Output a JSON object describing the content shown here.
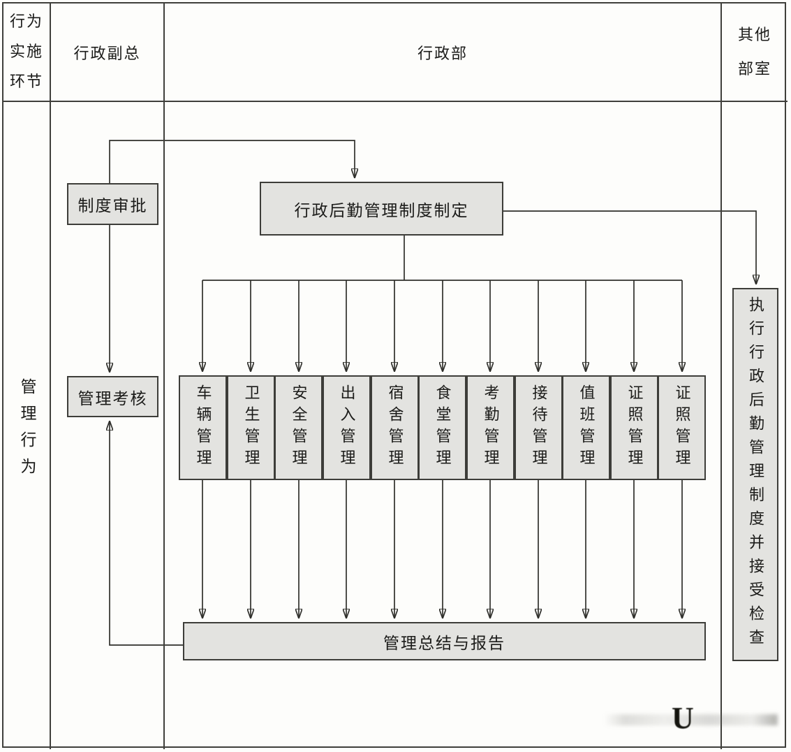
{
  "table": {
    "columns": [
      {
        "header": "行为实施环节"
      },
      {
        "header": "行政副总"
      },
      {
        "header": "行政部"
      },
      {
        "header": "其他部室"
      }
    ],
    "row_label": "管理行为"
  },
  "nodes": {
    "approval": "制度审批",
    "assessment": "管理考核",
    "formulation": "行政后勤管理制度制定",
    "summary": "管理总结与报告",
    "execution": "执行行政后勤管理制度并接受检查",
    "departments": [
      "车辆管理",
      "卫生管理",
      "安全管理",
      "出入管理",
      "宿舍管理",
      "食堂管理",
      "考勤管理",
      "接待管理",
      "值班管理",
      "证照管理",
      "证照管理"
    ]
  },
  "colors": {
    "background": "#fdfdfb",
    "box_fill": "#e3e3e0",
    "box_border": "#3d3d39",
    "grid": "#3f3f3b",
    "line": "#2f2f2b",
    "text": "#1b1b19"
  },
  "watermark": {
    "glyph": "U"
  }
}
